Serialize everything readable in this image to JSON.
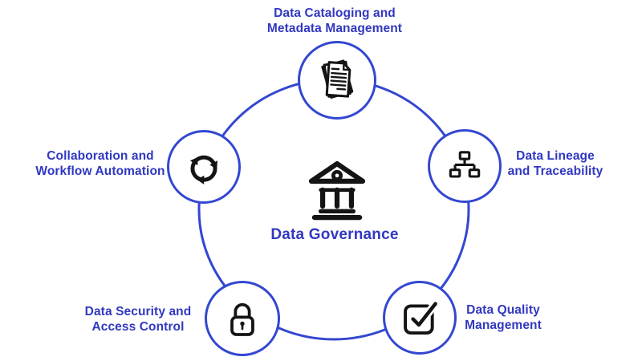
{
  "diagram": {
    "type": "hub-and-spoke cycle",
    "center": {
      "title": "Data Governance",
      "icon": "bank-icon"
    },
    "nodes": [
      {
        "id": "data-cataloging",
        "position": "top",
        "icon": "documents-icon",
        "label": "Data Cataloging and Metadata Management",
        "line1": "Data Cataloging and",
        "line2": "Metadata Management"
      },
      {
        "id": "data-lineage",
        "position": "right",
        "icon": "hierarchy-icon",
        "label": "Data Lineage and Traceability",
        "line1": "Data Lineage",
        "line2": "and Traceability"
      },
      {
        "id": "data-quality",
        "position": "bottom-right",
        "icon": "checkbox-icon",
        "label": "Data Quality Management",
        "line1": "Data Quality",
        "line2": "Management"
      },
      {
        "id": "data-security",
        "position": "bottom-left",
        "icon": "lock-icon",
        "label": "Data Security and Access Control",
        "line1": "Data Security and",
        "line2": "Access Control"
      },
      {
        "id": "collaboration",
        "position": "left",
        "icon": "recycle-icon",
        "label": "Collaboration and Workflow Automation",
        "line1": "Collaboration and",
        "line2": "Workflow Automation"
      }
    ]
  },
  "colors": {
    "accent_stroke": "#3347D1",
    "label_text": "#3138C0",
    "icon": "#141414",
    "background": "#ffffff",
    "node_fill": "#ffffff"
  }
}
